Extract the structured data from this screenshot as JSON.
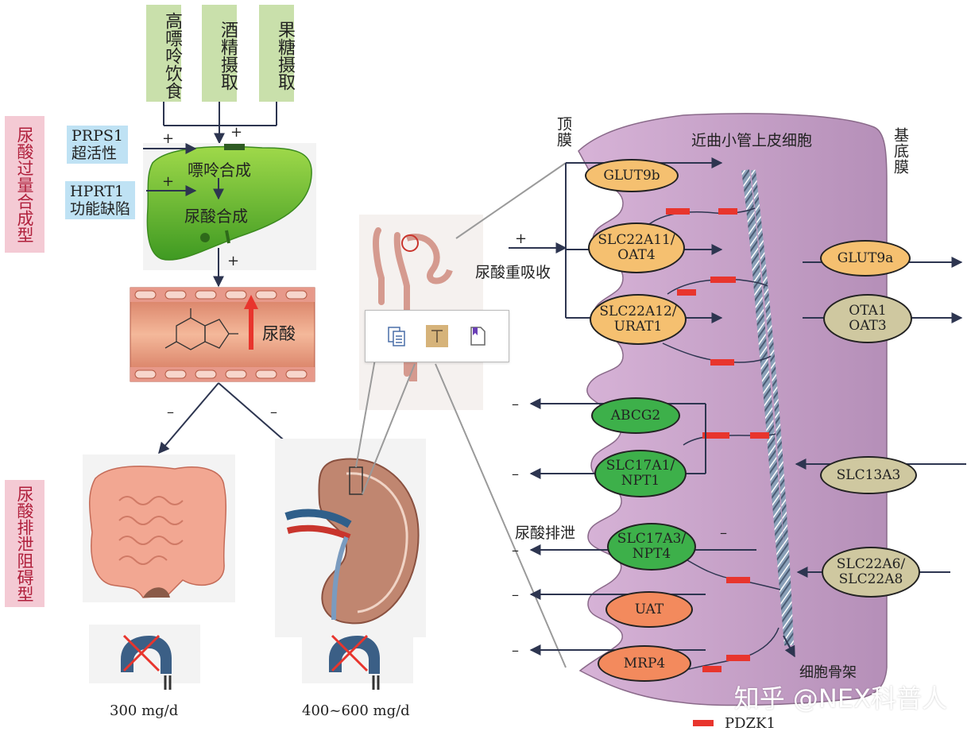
{
  "inputs": {
    "high_purine": "高嘌呤饮食",
    "alcohol": "酒精摄取",
    "fructose": "果糖摄取"
  },
  "side_labels": {
    "overproduction": "尿酸过量合成型",
    "excretion_block": "尿酸排泄阻碍型"
  },
  "liver": {
    "prps1": "PRPS1\n超活性",
    "hprt1": "HPRT1\n功能缺陷",
    "purine_synthesis": "嘌呤合成",
    "urate_synthesis": "尿酸合成"
  },
  "vessel": {
    "urate_label": "尿酸"
  },
  "signs": {
    "plus": "+",
    "minus": "–"
  },
  "outputs": {
    "intestine_amount": "300 mg/d",
    "kidney_amount": "400~600 mg/d"
  },
  "cell": {
    "title": "近曲小管上皮细胞",
    "apical": "顶膜",
    "basal": "基底膜",
    "reabsorption": "尿酸重吸收",
    "excretion": "尿酸排泄",
    "cytoskeleton": "细胞骨架",
    "legend_pdzk1": "PDZK1"
  },
  "transporters": {
    "glut9b": "GLUT9b",
    "slc22a11": "SLC22A11/\nOAT4",
    "slc22a12": "SLC22A12/\nURAT1",
    "abcg2": "ABCG2",
    "slc17a1": "SLC17A1/\nNPT1",
    "slc17a3": "SLC17A3/\nNPT4",
    "uat": "UAT",
    "mrp4": "MRP4",
    "glut9a": "GLUT9a",
    "ota1": "OTA1\nOAT3",
    "slc13a3": "SLC13A3",
    "slc22a6": "SLC22A6/\nSLC22A8"
  },
  "watermark": "知乎 @NEX科普人",
  "colors": {
    "cell_fill": "#c9a6c9",
    "pdzk1_red": "#e8352d",
    "urate_arrow": "#e8352d",
    "liver_green": "#6cc03c"
  },
  "toolbar": {
    "icons": [
      "copy-doc-icon",
      "text-tool-icon",
      "bookmark-doc-icon"
    ]
  }
}
